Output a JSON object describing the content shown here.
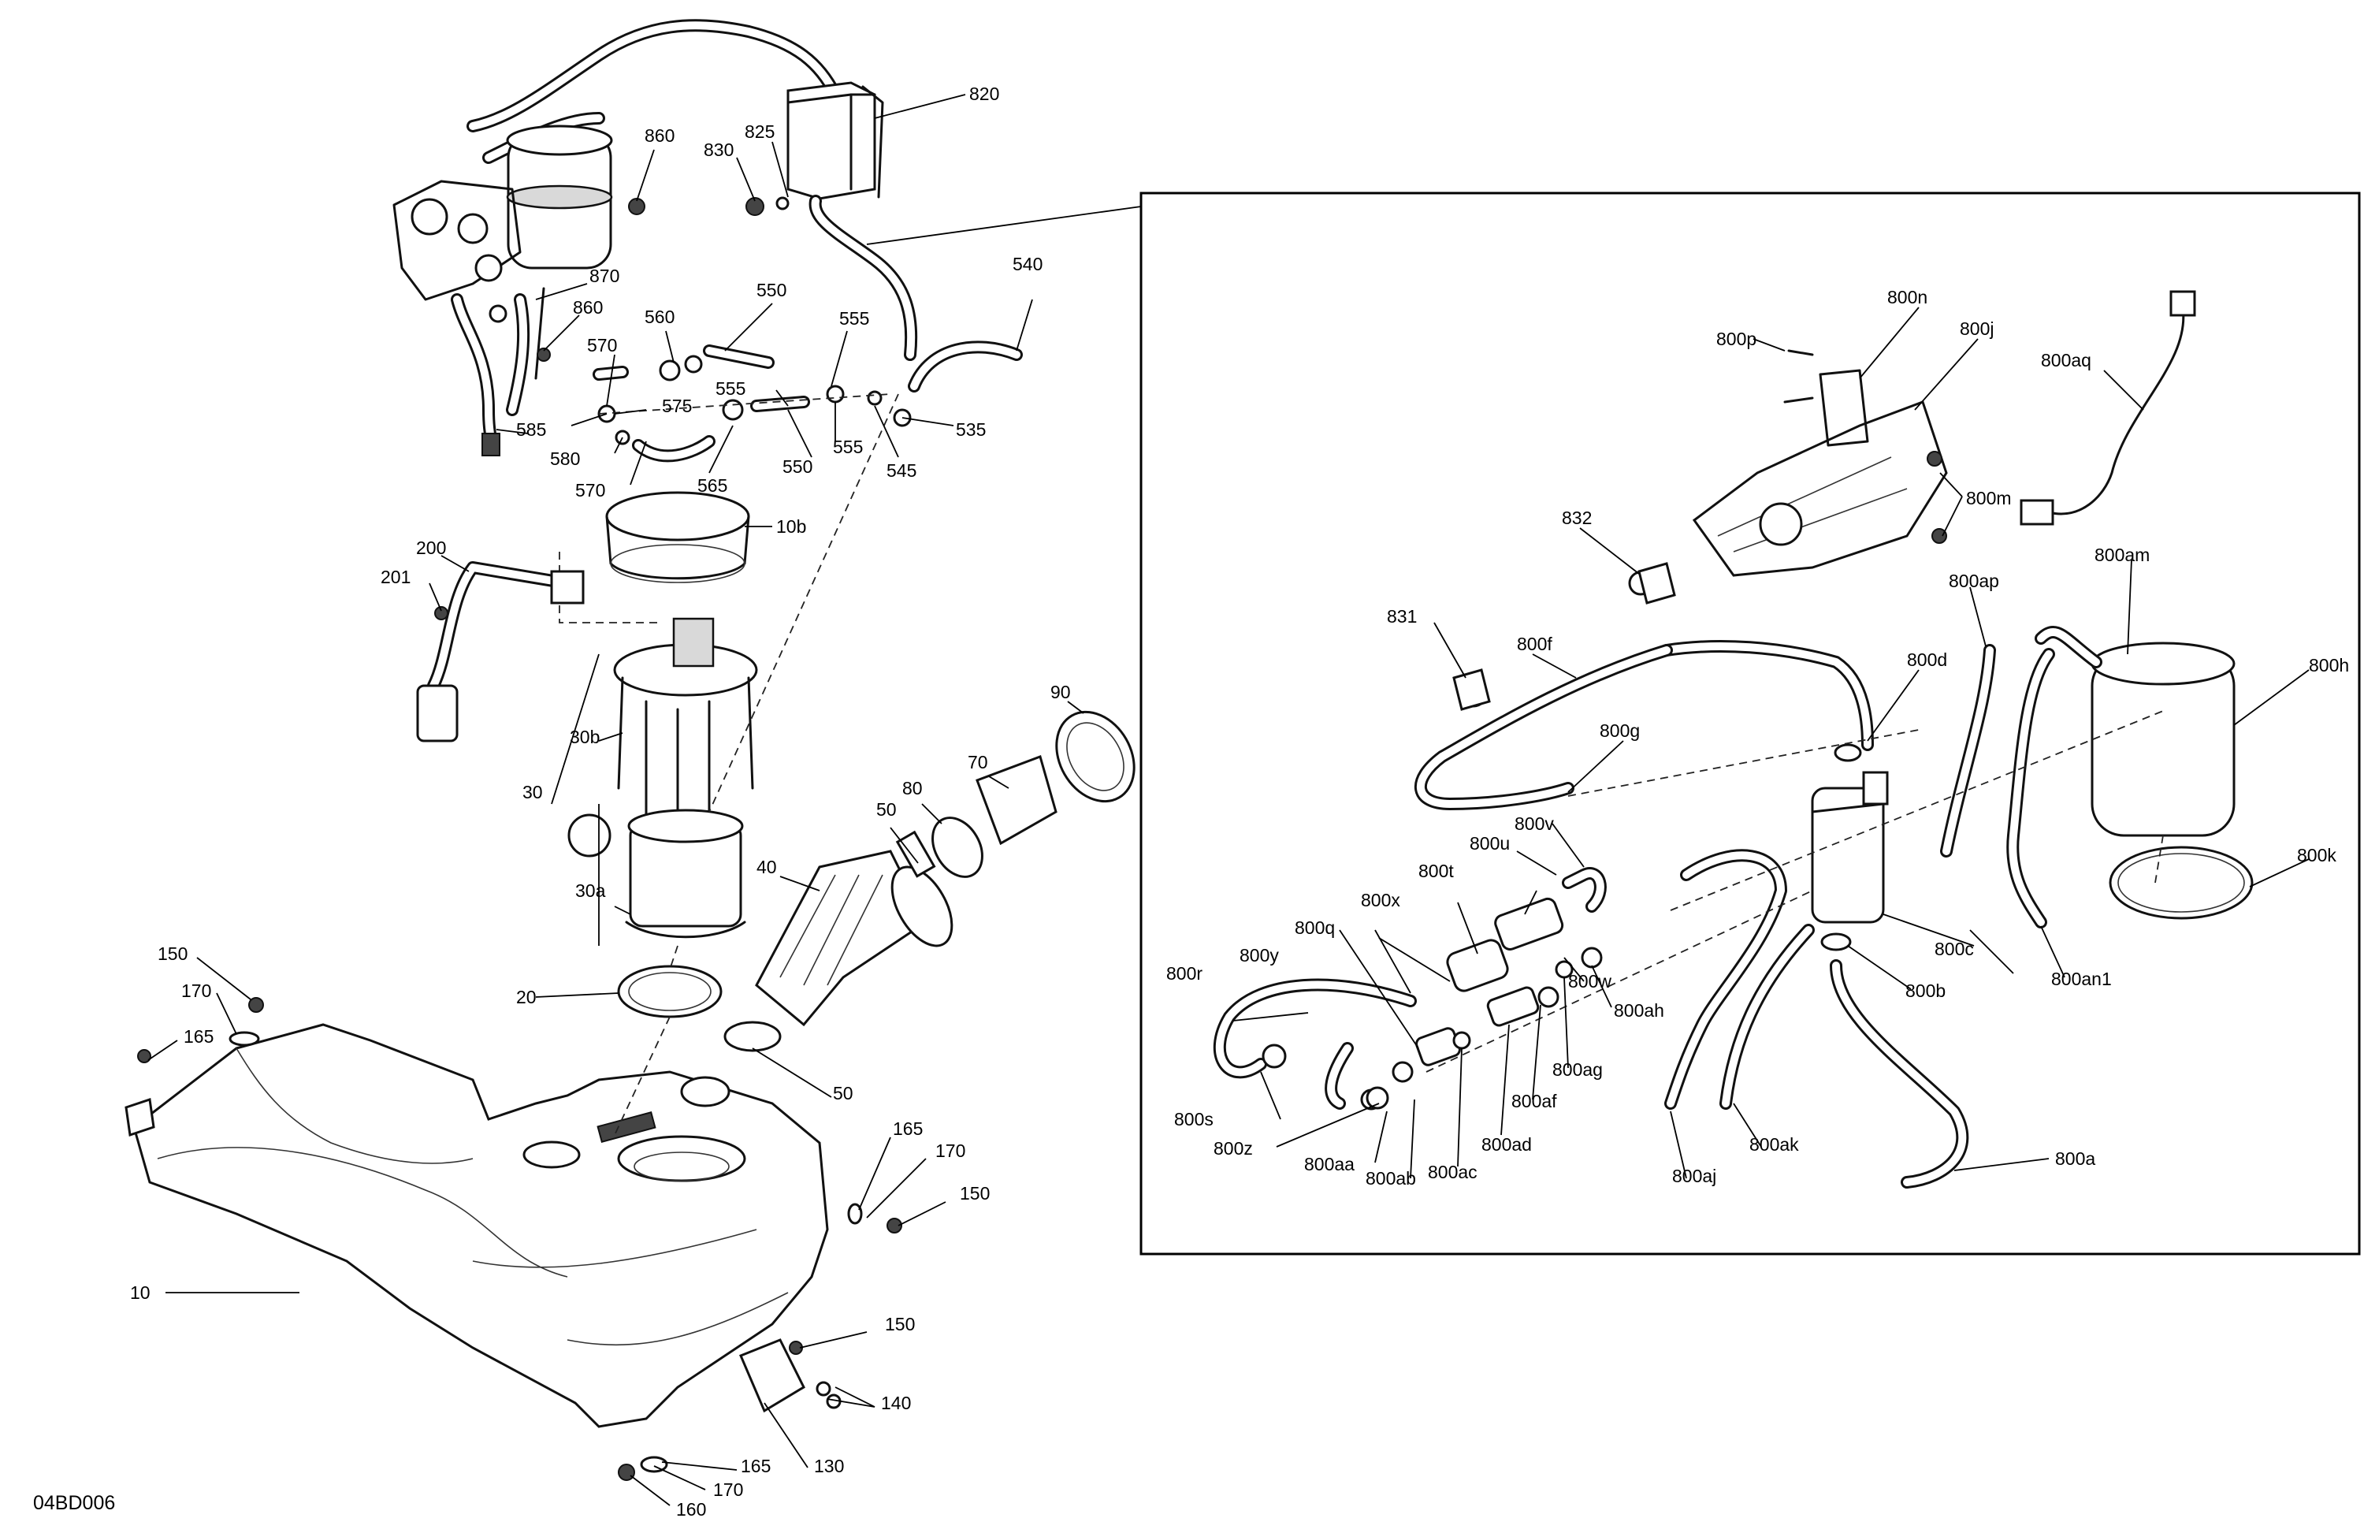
{
  "reference_code": "04BD006",
  "callouts": {
    "p10": "10",
    "p10b": "10b",
    "p20": "20",
    "p30": "30",
    "p30a": "30a",
    "p30b": "30b",
    "p40": "40",
    "p50a": "50",
    "p50b": "50",
    "p70": "70",
    "p80": "80",
    "p90": "90",
    "p130": "130",
    "p140": "140",
    "p150a": "150",
    "p150b": "150",
    "p150c": "150",
    "p160": "160",
    "p165a": "165",
    "p165b": "165",
    "p165c": "165",
    "p170a": "170",
    "p170b": "170",
    "p170c": "170",
    "p200": "200",
    "p201": "201",
    "p535": "535",
    "p540": "540",
    "p545": "545",
    "p550a": "550",
    "p550b": "550",
    "p555a": "555",
    "p555b": "555",
    "p555c": "555",
    "p560": "560",
    "p565": "565",
    "p570a": "570",
    "p570b": "570",
    "p575": "575",
    "p580": "580",
    "p585": "585",
    "p820": "820",
    "p825": "825",
    "p830": "830",
    "p860a": "860",
    "p860b": "860",
    "p870": "870",
    "p800a": "800a",
    "p800b": "800b",
    "p800c": "800c",
    "p800d": "800d",
    "p800f": "800f",
    "p800g": "800g",
    "p800h": "800h",
    "p800j": "800j",
    "p800k": "800k",
    "p800m": "800m",
    "p800n": "800n",
    "p800p": "800p",
    "p800q": "800q",
    "p800r": "800r",
    "p800s": "800s",
    "p800t": "800t",
    "p800u": "800u",
    "p800v": "800v",
    "p800w": "800w",
    "p800x": "800x",
    "p800y": "800y",
    "p800z": "800z",
    "p800aa": "800aa",
    "p800ab": "800ab",
    "p800ac": "800ac",
    "p800ad": "800ad",
    "p800af": "800af",
    "p800ag": "800ag",
    "p800ah": "800ah",
    "p800aj": "800aj",
    "p800ak": "800ak",
    "p800am": "800am",
    "p800an1": "800an1",
    "p800ap": "800ap",
    "p800aq": "800aq",
    "p831": "831",
    "p832": "832"
  }
}
